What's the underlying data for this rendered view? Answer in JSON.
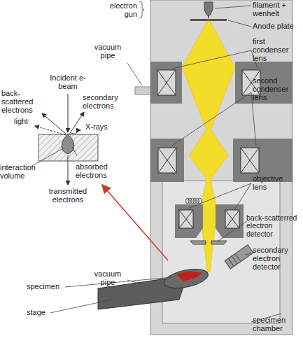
{
  "diagram": {
    "labels": [
      "electron gun",
      "filament + wenhelt",
      "vacuum pipe",
      "Anode plate",
      "first condenser lens",
      "second condenser lens",
      "Incident e-beam",
      "back-scattered electrons",
      "secondary electrons",
      "light",
      "X-rays",
      "interaction volume",
      "absorbed electrons",
      "transmitted electrons",
      "objective lens",
      "back-scatterred electron detector",
      "secondary electron detector",
      "vacuum pipe",
      "specimen",
      "stage",
      "specimen chamber"
    ]
  }
}
